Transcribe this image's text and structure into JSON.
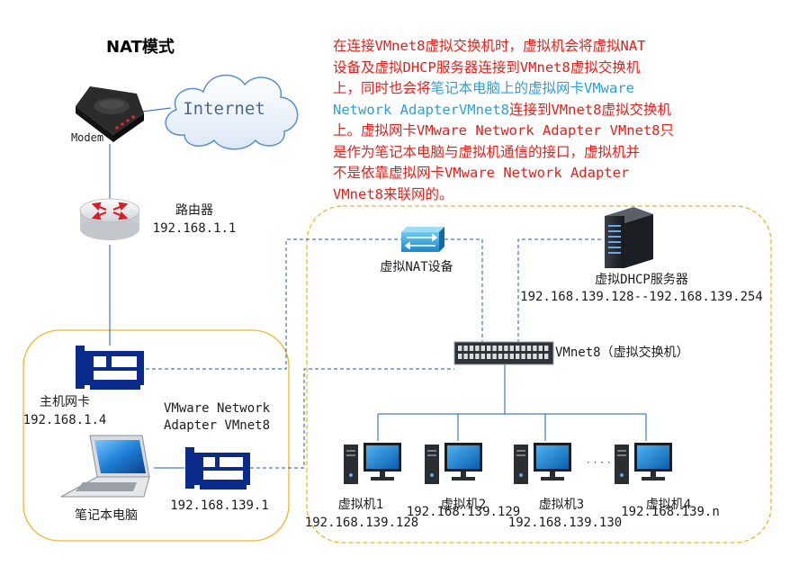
{
  "title": "NAT模式",
  "description": {
    "lines": [
      [
        {
          "text": "在连接VMnet8虚拟交换机时，虚拟机会将虚拟NAT"
        }
      ],
      [
        {
          "text": "设备及虚拟DHCP服务器连接到VMnet8虚拟交换机"
        }
      ],
      [
        {
          "text": "上，同时也会将"
        },
        {
          "text": "笔记本电脑上的虚拟网卡VMware",
          "highlight": true
        }
      ],
      [
        {
          "text": "Network AdapterVMnet8",
          "highlight": true
        },
        {
          "text": "连接到VMnet8虚拟交换机"
        }
      ],
      [
        {
          "text": "上。虚拟网卡VMware Network Adapter VMnet8只"
        }
      ],
      [
        {
          "text": "是作为笔记本电脑与虚拟机通信的接口，虚拟机并"
        }
      ],
      [
        {
          "text": "不是依靠虚拟网卡VMware Network Adapter"
        }
      ],
      [
        {
          "text": "VMnet8来联网的。"
        }
      ]
    ]
  },
  "nodes": {
    "internet": {
      "label": "Internet"
    },
    "modem": {
      "label": "Modem"
    },
    "router": {
      "label": "路由器",
      "ip": "192.168.1.1"
    },
    "host_nic": {
      "label": "主机网卡",
      "ip": "192.168.1.4"
    },
    "virtual_nic": {
      "label_line1": "VMware Network",
      "label_line2": "Adapter VMnet8",
      "ip": "192.168.139.1"
    },
    "laptop": {
      "label": "笔记本电脑"
    },
    "nat_device": {
      "label": "虚拟NAT设备"
    },
    "dhcp_server": {
      "label": "虚拟DHCP服务器",
      "range": "192.168.139.128--192.168.139.254"
    },
    "switch": {
      "label": "VMnet8（虚拟交换机）"
    },
    "vms": [
      {
        "label": "虚拟机1",
        "ip": "192.168.139.128"
      },
      {
        "label": "虚拟机2",
        "ip": "192.168.139.129"
      },
      {
        "label": "虚拟机3",
        "ip": "192.168.139.130"
      },
      {
        "label": "虚拟机4",
        "ip": "192.168.139.n"
      }
    ],
    "ellipsis": "· · · ·"
  },
  "colors": {
    "accent_text": "#e2201b",
    "highlight_text": "#2aa0d6",
    "host_frame": "#f0b429",
    "link": "#1f5fa5",
    "nic": "#0b2b8c"
  }
}
